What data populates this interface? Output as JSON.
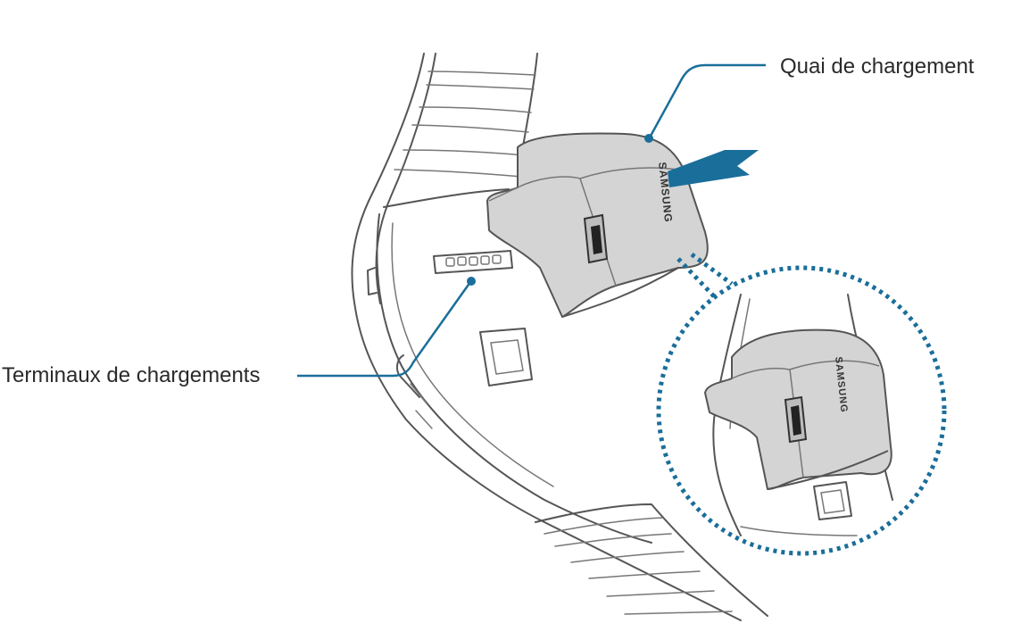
{
  "labels": {
    "dock": "Quai de chargement",
    "terminals": "Terminaux de chargements"
  },
  "device": {
    "brand_main": "SAMSUNG",
    "brand_zoom": "SAMSUNG"
  },
  "colors": {
    "callout": "#1a6e9a",
    "arrow": "#1a6e9a",
    "dock_fill": "#d4d4d4",
    "outline": "#555555"
  },
  "icons": {
    "insert_arrow": "arrow-left-icon",
    "zoom": "magnifier-circle"
  }
}
